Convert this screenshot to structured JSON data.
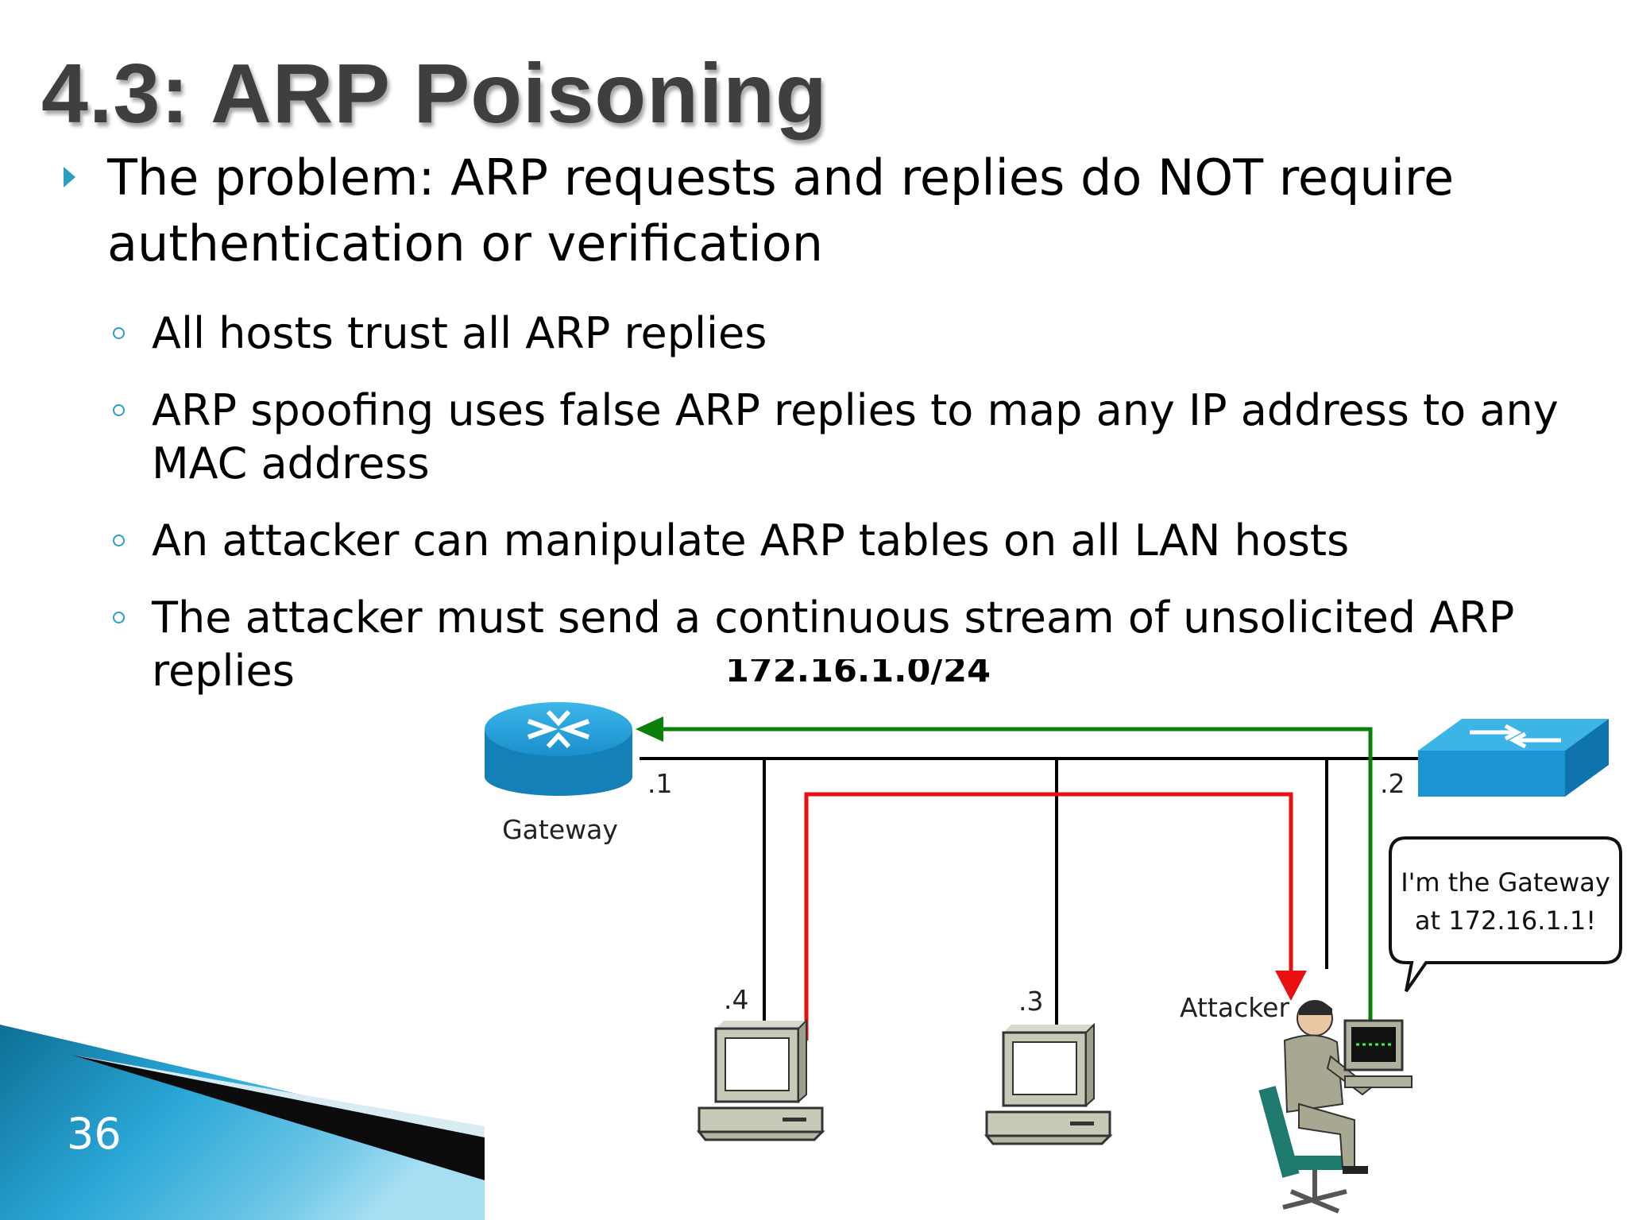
{
  "slide": {
    "title": "4.3: ARP Poisoning",
    "page_number": "36",
    "bullets": {
      "main": "The problem: ARP requests and replies do NOT require authentication or verification",
      "subs": [
        "All hosts trust all ARP replies",
        "ARP spoofing uses false ARP replies to map any IP address to any MAC address",
        "An attacker can manipulate ARP tables on all LAN hosts",
        "The attacker must send a continuous stream of unsolicited ARP replies"
      ]
    }
  },
  "diagram": {
    "network_label": "172.16.1.0/24",
    "gateway": {
      "label": "Gateway",
      "host_id": ".1"
    },
    "switch": {
      "host_id": ".2"
    },
    "host_a": {
      "host_id": ".4"
    },
    "host_b": {
      "host_id": ".3"
    },
    "attacker": {
      "label": "Attacker"
    },
    "speech_bubble": {
      "line1": "I'm the Gateway",
      "line2": "at 172.16.1.1!"
    },
    "colors": {
      "spoof_arrow": "#e81010",
      "reply_arrow": "#0a800a",
      "network_bus": "#000000",
      "device_blue": "#1a95d2"
    }
  }
}
